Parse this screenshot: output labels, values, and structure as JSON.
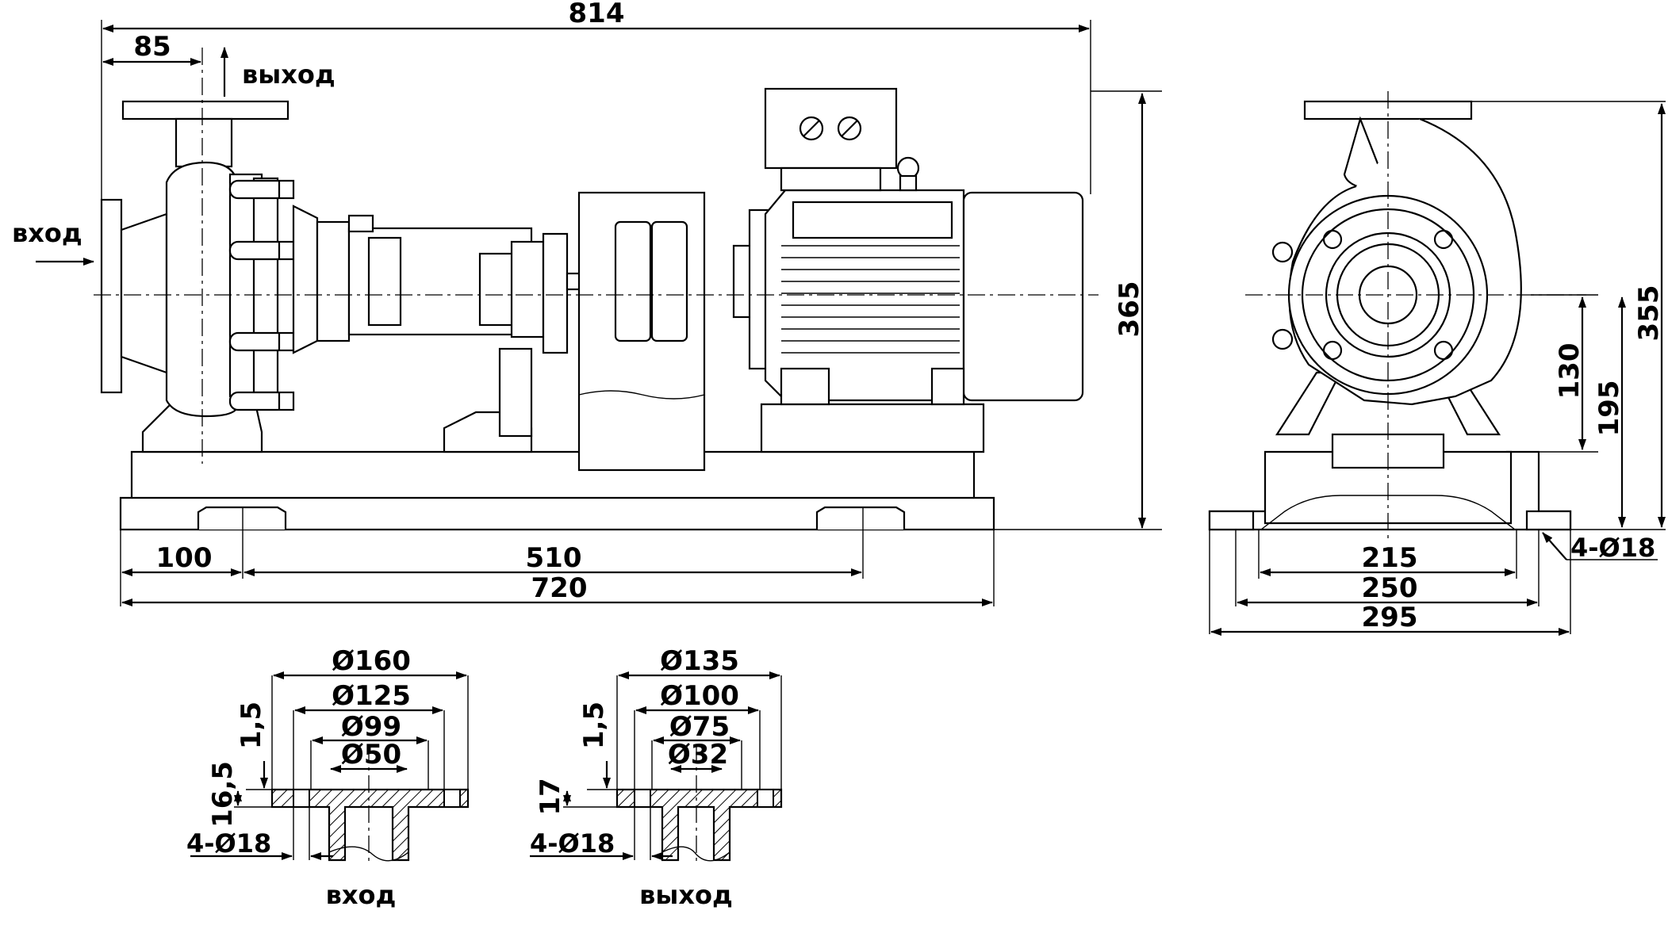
{
  "main_view": {
    "flow_out_label": "выход",
    "flow_in_label": "вход",
    "dims": {
      "overall_length": "814",
      "outlet_offset": "85",
      "height": "365",
      "foot_offset": "100",
      "foot_spacing": "510",
      "base_length": "720"
    }
  },
  "side_view": {
    "dims": {
      "height_to_flange": "355",
      "shaft_height_130": "130",
      "shaft_height_195": "195",
      "base_215": "215",
      "base_250": "250",
      "base_295": "295",
      "holes": "4-Ø18"
    }
  },
  "inlet_flange": {
    "caption": "вход",
    "d_outer": "Ø160",
    "d_bolt": "Ø125",
    "d_raised": "Ø99",
    "d_bore": "Ø50",
    "raise": "1,5",
    "thickness": "16,5",
    "holes": "4-Ø18"
  },
  "outlet_flange": {
    "caption": "выход",
    "d_outer": "Ø135",
    "d_bolt": "Ø100",
    "d_raised": "Ø75",
    "d_bore": "Ø32",
    "raise": "1,5",
    "thickness": "17",
    "holes": "4-Ø18"
  }
}
